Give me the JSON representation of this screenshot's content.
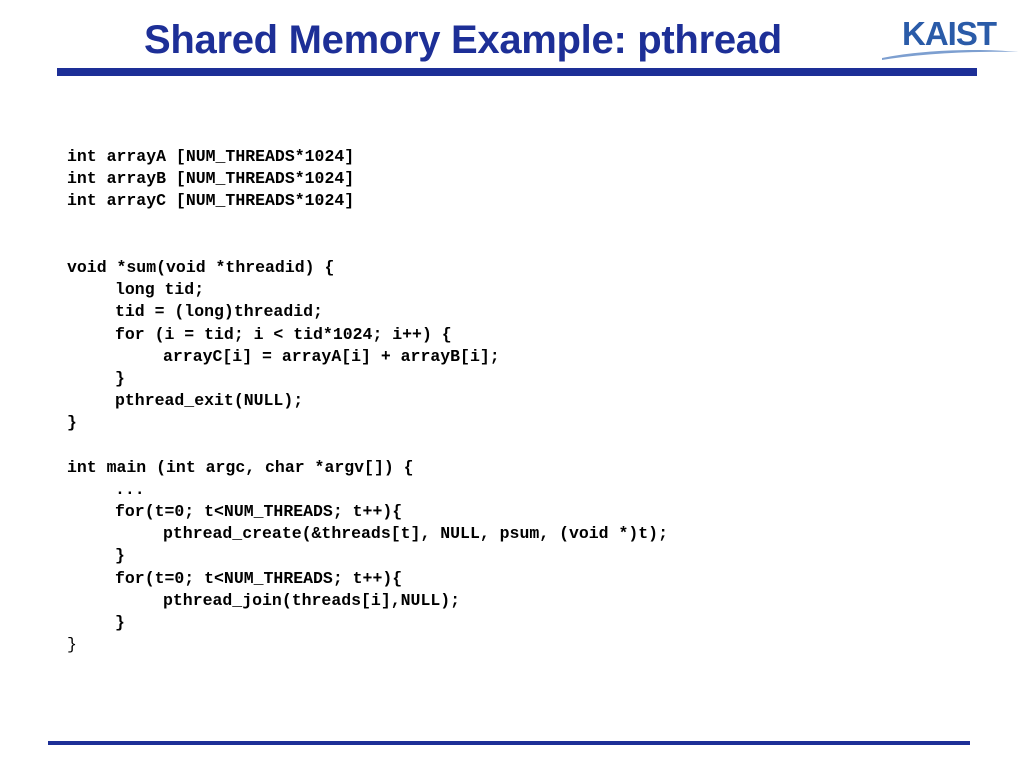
{
  "slide": {
    "title": "Shared Memory Example: pthread",
    "logo_text": "KAIST"
  },
  "colors": {
    "title": "#1d2f97",
    "rule": "#1d2f97",
    "logo": "#2a5ba8",
    "logo_swoosh": "#7d9fd0"
  },
  "code": {
    "lines": [
      {
        "text": "int arrayA [NUM_THREADS*1024]",
        "indent": 0
      },
      {
        "text": "int arrayB [NUM_THREADS*1024]",
        "indent": 0
      },
      {
        "text": "int arrayC [NUM_THREADS*1024]",
        "indent": 0
      },
      {
        "text": "",
        "indent": 0
      },
      {
        "text": "",
        "indent": 0
      },
      {
        "text": "void *sum(void *threadid) {",
        "indent": 0
      },
      {
        "text": "long tid;",
        "indent": 1
      },
      {
        "text": "tid = (long)threadid;",
        "indent": 1
      },
      {
        "text": "for (i = tid; i < tid*1024; i++) {",
        "indent": 1
      },
      {
        "text": "arrayC[i] = arrayA[i] + arrayB[i];",
        "indent": 2
      },
      {
        "text": "}",
        "indent": 1
      },
      {
        "text": "pthread_exit(NULL);",
        "indent": 1
      },
      {
        "text": "}",
        "indent": 0
      },
      {
        "text": "",
        "indent": 0
      },
      {
        "text": "int main (int argc, char *argv[]) {",
        "indent": 0
      },
      {
        "text": "...",
        "indent": 1
      },
      {
        "text": "for(t=0; t<NUM_THREADS; t++){",
        "indent": 1
      },
      {
        "text": "pthread_create(&threads[t], NULL, psum, (void *)t);",
        "indent": 2
      },
      {
        "text": "}",
        "indent": 1
      },
      {
        "text": "for(t=0; t<NUM_THREADS; t++){",
        "indent": 1
      },
      {
        "text": "pthread_join(threads[i],NULL);",
        "indent": 2
      },
      {
        "text": "}",
        "indent": 1
      },
      {
        "text": "}",
        "indent": 0,
        "light": true
      }
    ]
  }
}
